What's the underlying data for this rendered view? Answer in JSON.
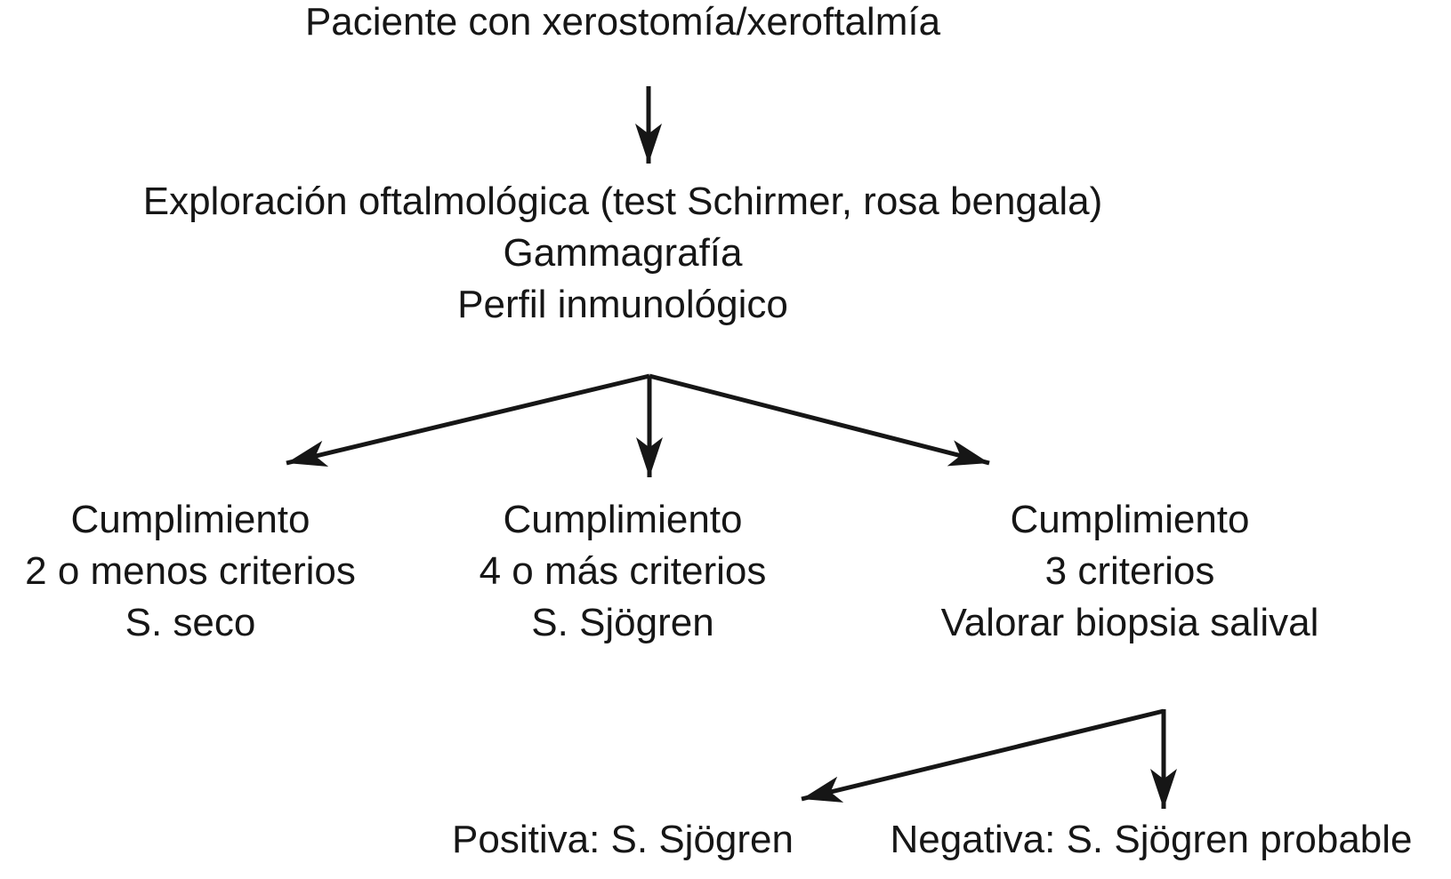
{
  "diagram": {
    "background_color": "#ffffff",
    "text_color": "#161616",
    "arrow_color": "#161616",
    "patient_node": "Paciente con xerostomía/xeroftalmía",
    "workup_node": [
      "Exploración oftalmológica (test Schirmer, rosa bengala)",
      "Gammagrafía",
      "Perfil inmunológico"
    ],
    "branch_left": [
      "Cumplimiento",
      "2 o menos criterios",
      "S. seco"
    ],
    "branch_center": [
      "Cumplimiento",
      "4 o más criterios",
      "S. Sjögren"
    ],
    "branch_right": [
      "Cumplimiento",
      "3 criterios",
      "Valorar biopsia salival"
    ],
    "biopsy_outcome_positive": "Positiva: S. Sjögren",
    "biopsy_outcome_negative": "Negativa: S. Sjögren probable"
  }
}
